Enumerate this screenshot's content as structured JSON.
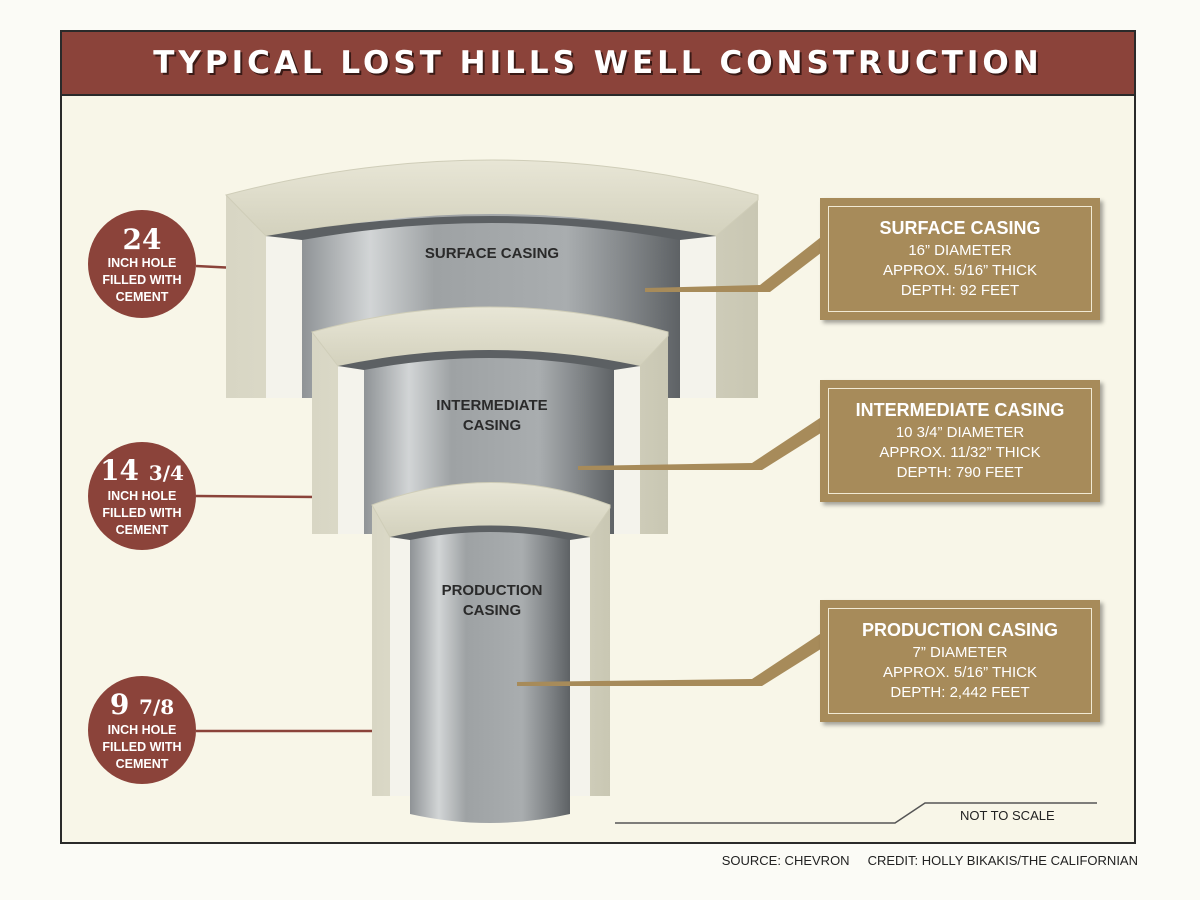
{
  "title": "TYPICAL LOST HILLS WELL CONSTRUCTION",
  "holes": [
    {
      "number": "24",
      "fraction": "",
      "text": "INCH HOLE FILLED WITH CEMENT"
    },
    {
      "number": "14",
      "fraction": "3/4",
      "text": "INCH HOLE FILLED WITH CEMENT"
    },
    {
      "number": "9",
      "fraction": "7/8",
      "text": "INCH HOLE FILLED WITH CEMENT"
    }
  ],
  "casings": [
    {
      "label_lines": [
        "SURFACE CASING"
      ],
      "box_title": "SURFACE CASING",
      "diameter": "16” DIAMETER",
      "thickness": "APPROX. 5/16” THICK",
      "depth": "DEPTH: 92 FEET"
    },
    {
      "label_lines": [
        "INTERMEDIATE",
        "CASING"
      ],
      "box_title": "INTERMEDIATE CASING",
      "diameter": "10 3/4” DIAMETER",
      "thickness": "APPROX. 11/32” THICK",
      "depth": "DEPTH: 790 FEET"
    },
    {
      "label_lines": [
        "PRODUCTION",
        "CASING"
      ],
      "box_title": "PRODUCTION CASING",
      "diameter": "7” DIAMETER",
      "thickness": "APPROX. 5/16” THICK",
      "depth": "DEPTH: 2,442 FEET"
    }
  ],
  "not_to_scale": "NOT TO SCALE",
  "source": "SOURCE: CHEVRON",
  "credit": "CREDIT: HOLLY BIKAKIS/THE CALIFORNIAN",
  "colors": {
    "title_bar": "#8b433a",
    "circle": "#8b433a",
    "infobox": "#a78b5a",
    "background": "#f8f6e8"
  }
}
